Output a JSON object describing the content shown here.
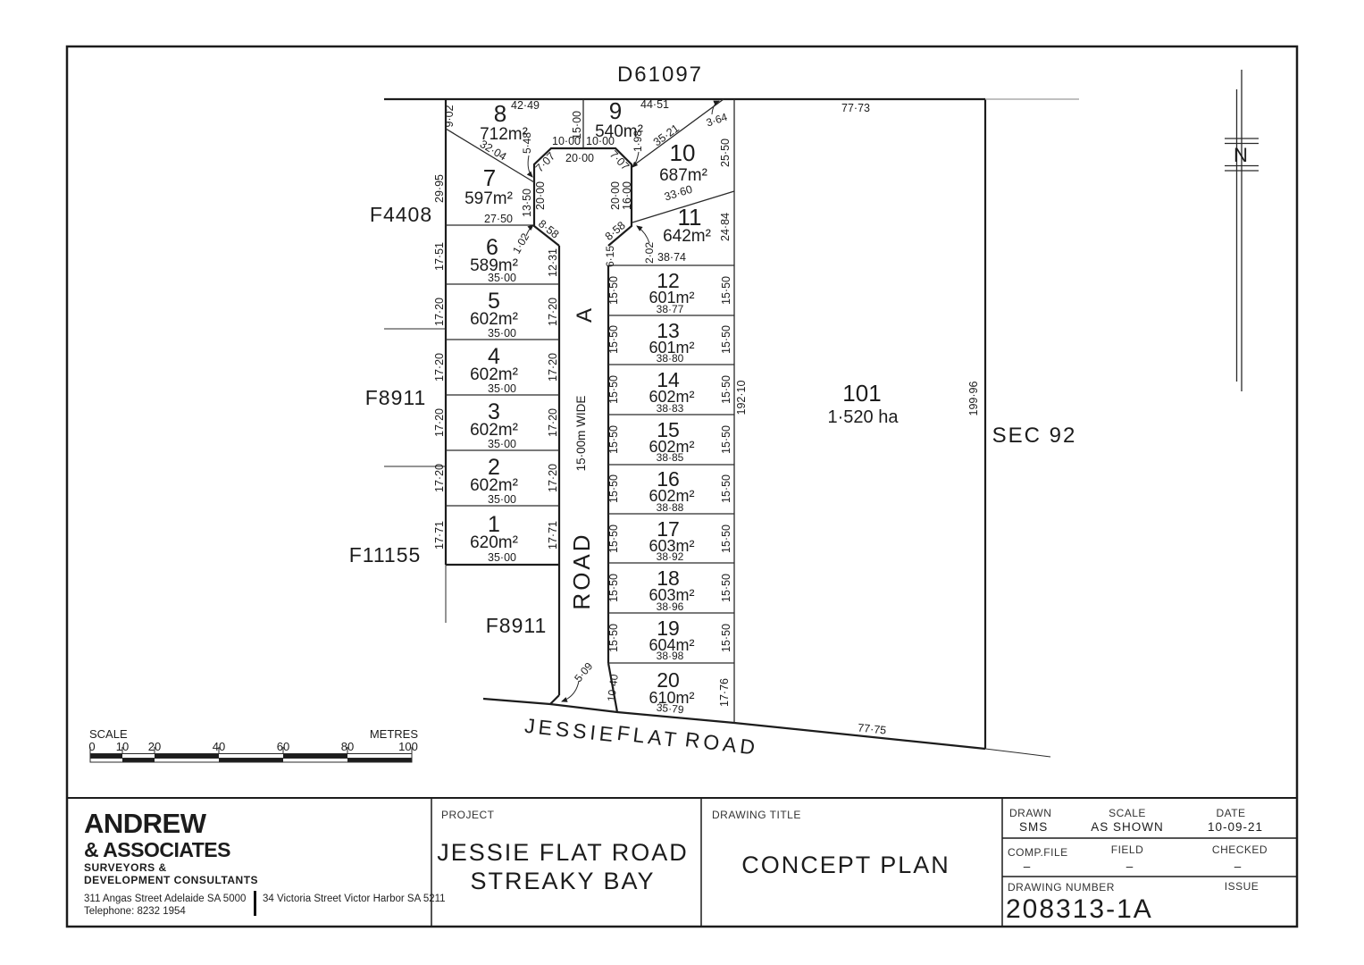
{
  "plan": {
    "adjoining": {
      "d61097": "D61097",
      "f4408": "F4408",
      "f8911_west": "F8911",
      "f11155": "F11155",
      "f8911_south": "F8911",
      "sec92": "SEC 92"
    },
    "north_label": "N",
    "road": {
      "letter": "A",
      "width": "15·00m WIDE",
      "name": "ROAD"
    },
    "jessie_flat_road": {
      "w1": "JESSIE",
      "w2": "FLAT",
      "w3": "ROAD"
    },
    "culdesac": {
      "divider_8_9": "15·00",
      "half_left": "10·00",
      "half_right": "10·00",
      "head_width": "20·00",
      "chamfer_left": "7·07",
      "chamfer_right": "7·07",
      "side_left": "20·00",
      "side_right": "20·00",
      "chamfer_bot_left": "8·58",
      "chamfer_bot_right": "8·58",
      "lot8_frontage": "5·48",
      "lot7_frontage": "13·50",
      "lot6_frontage": "1·02",
      "lot9_frontage": "1·98",
      "lot10_frontage": "16·00",
      "lot11_frontage": "2·02",
      "road_splay": "5·09"
    },
    "lots": [
      {
        "number": "1",
        "area": "620m²",
        "west": "17·71",
        "east": "17·71",
        "south": "35·00"
      },
      {
        "number": "2",
        "area": "602m²",
        "west": "17·20",
        "east": "17·20",
        "south": "35·00"
      },
      {
        "number": "3",
        "area": "602m²",
        "west": "17·20",
        "east": "17·20",
        "south": "35·00"
      },
      {
        "number": "4",
        "area": "602m²",
        "west": "17·20",
        "east": "17·20",
        "south": "35·00"
      },
      {
        "number": "5",
        "area": "602m²",
        "west": "17·20",
        "east": "17·20",
        "south": "35·00"
      },
      {
        "number": "6",
        "area": "589m²",
        "west": "17·51",
        "east": "12·31",
        "south": "35·00"
      },
      {
        "number": "7",
        "area": "597m²",
        "west": "29·95",
        "south": "27·50"
      },
      {
        "number": "8",
        "area": "712m²",
        "north": "42·49",
        "west": "9·02",
        "diag": "32·04"
      },
      {
        "number": "9",
        "area": "540m²",
        "north": "44·51",
        "diag": "35·21"
      },
      {
        "number": "10",
        "area": "687m²",
        "east": "25·50",
        "diag": "33·60",
        "north": "3·64"
      },
      {
        "number": "11",
        "area": "642m²",
        "east": "24·84",
        "south": "38·74",
        "west": "6·15"
      },
      {
        "number": "12",
        "area": "601m²",
        "west": "15·50",
        "east": "15·50",
        "south": "38·77"
      },
      {
        "number": "13",
        "area": "601m²",
        "west": "15·50",
        "east": "15·50",
        "south": "38·80"
      },
      {
        "number": "14",
        "area": "602m²",
        "west": "15·50",
        "east": "15·50",
        "south": "38·83"
      },
      {
        "number": "15",
        "area": "602m²",
        "west": "15·50",
        "east": "15·50",
        "south": "38·85"
      },
      {
        "number": "16",
        "area": "602m²",
        "west": "15·50",
        "east": "15·50",
        "south": "38·88"
      },
      {
        "number": "17",
        "area": "603m²",
        "west": "15·50",
        "east": "15·50",
        "south": "38·92"
      },
      {
        "number": "18",
        "area": "603m²",
        "west": "15·50",
        "east": "15·50",
        "south": "38·96"
      },
      {
        "number": "19",
        "area": "604m²",
        "west": "15·50",
        "east": "15·50",
        "south": "38·98"
      },
      {
        "number": "20",
        "area": "610m²",
        "west": "10·40",
        "east": "17·76",
        "south": "35·79"
      }
    ],
    "lot101": {
      "number": "101",
      "area": "1·520 ha",
      "north": "77·73",
      "south": "77·75",
      "west": "192·10",
      "east": "199·96"
    }
  },
  "scalebar": {
    "label": "SCALE",
    "unit": "METRES",
    "ticks": [
      "0",
      "10",
      "20",
      "40",
      "60",
      "80",
      "100"
    ]
  },
  "titleblock": {
    "company": {
      "name1": "ANDREW",
      "name2": "& ASSOCIATES",
      "tag1": "SURVEYORS &",
      "tag2": "DEVELOPMENT CONSULTANTS",
      "addr1": "311 Angas Street Adelaide SA 5000",
      "tel": "Telephone: 8232 1954",
      "addr2": "34 Victoria Street Victor Harbor SA 5211"
    },
    "project": {
      "label": "PROJECT",
      "line1": "JESSIE FLAT ROAD",
      "line2": "STREAKY BAY"
    },
    "drawing": {
      "label": "DRAWING TITLE",
      "title": "CONCEPT PLAN"
    },
    "meta": {
      "drawn_label": "DRAWN",
      "drawn": "SMS",
      "scale_label": "SCALE",
      "scale": "AS SHOWN",
      "date_label": "DATE",
      "date": "10-09-21",
      "comp_label": "COMP.FILE",
      "comp": "–",
      "field_label": "FIELD",
      "field": "–",
      "checked_label": "CHECKED",
      "checked": "–",
      "number_label": "DRAWING NUMBER",
      "number": "208313-1A",
      "issue_label": "ISSUE",
      "issue": ""
    }
  }
}
